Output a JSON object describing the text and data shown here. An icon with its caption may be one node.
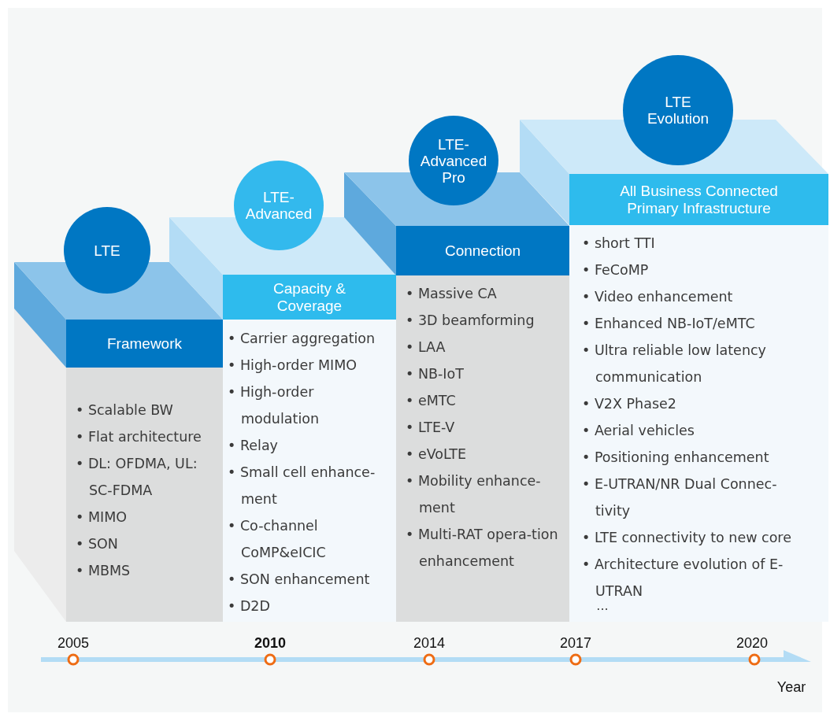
{
  "diagram": {
    "nodes": [
      {
        "text": [
          "LTE"
        ]
      },
      {
        "text": [
          "Framework"
        ]
      },
      {
        "text": [
          "• Scalable BW",
          "• Flat architecture",
          "• DL: OFDMA, UL: SC-FDMA",
          "• MIMO",
          "• SON",
          "• MBMS"
        ]
      },
      {
        "text": [
          "LTE-Advanced"
        ]
      },
      {
        "text": [
          "Capacity & Coverage"
        ]
      },
      {
        "text": [
          "• Carrier aggregation",
          "• High-order MIMO",
          "• High-order modulation",
          "• Relay",
          "• Small cell enhance-ment",
          "• Co-channel CoMP&eICIC",
          "• SON enhancement",
          "• D2D"
        ]
      },
      {
        "text": [
          "LTE-Advanced Pro"
        ]
      },
      {
        "text": [
          "Connection"
        ]
      },
      {
        "text": [
          "• Massive CA",
          "• 3D beamforming",
          "• LAA",
          "• NB-IoT",
          "• eMTC",
          "• LTE-V",
          "• eVoLTE",
          "• Mobility enhance-ment",
          "• Multi-RAT opera-tion enhancement"
        ]
      },
      {
        "text": [
          "LTE Evolution"
        ]
      },
      {
        "text": [
          "All Business Connected Primary Infrastructure"
        ]
      },
      {
        "text": [
          "• short TTI",
          "• FeCoMP",
          "• Video enhancement",
          "• Enhanced NB-IoT/eMTC",
          "• Ultra reliable low latency communication",
          "• V2X Phase2",
          "• Aerial vehicles",
          "• Positioning enhancement",
          "• E-UTRAN/NR Dual Connec-tivity",
          "• LTE connectivity to new core",
          "• Architecture evolution of E-UTRAN"
        ]
      }
    ],
    "labels": [
      "2005",
      "2010",
      "2014",
      "2017",
      "2020",
      "Year",
      "..."
    ]
  }
}
